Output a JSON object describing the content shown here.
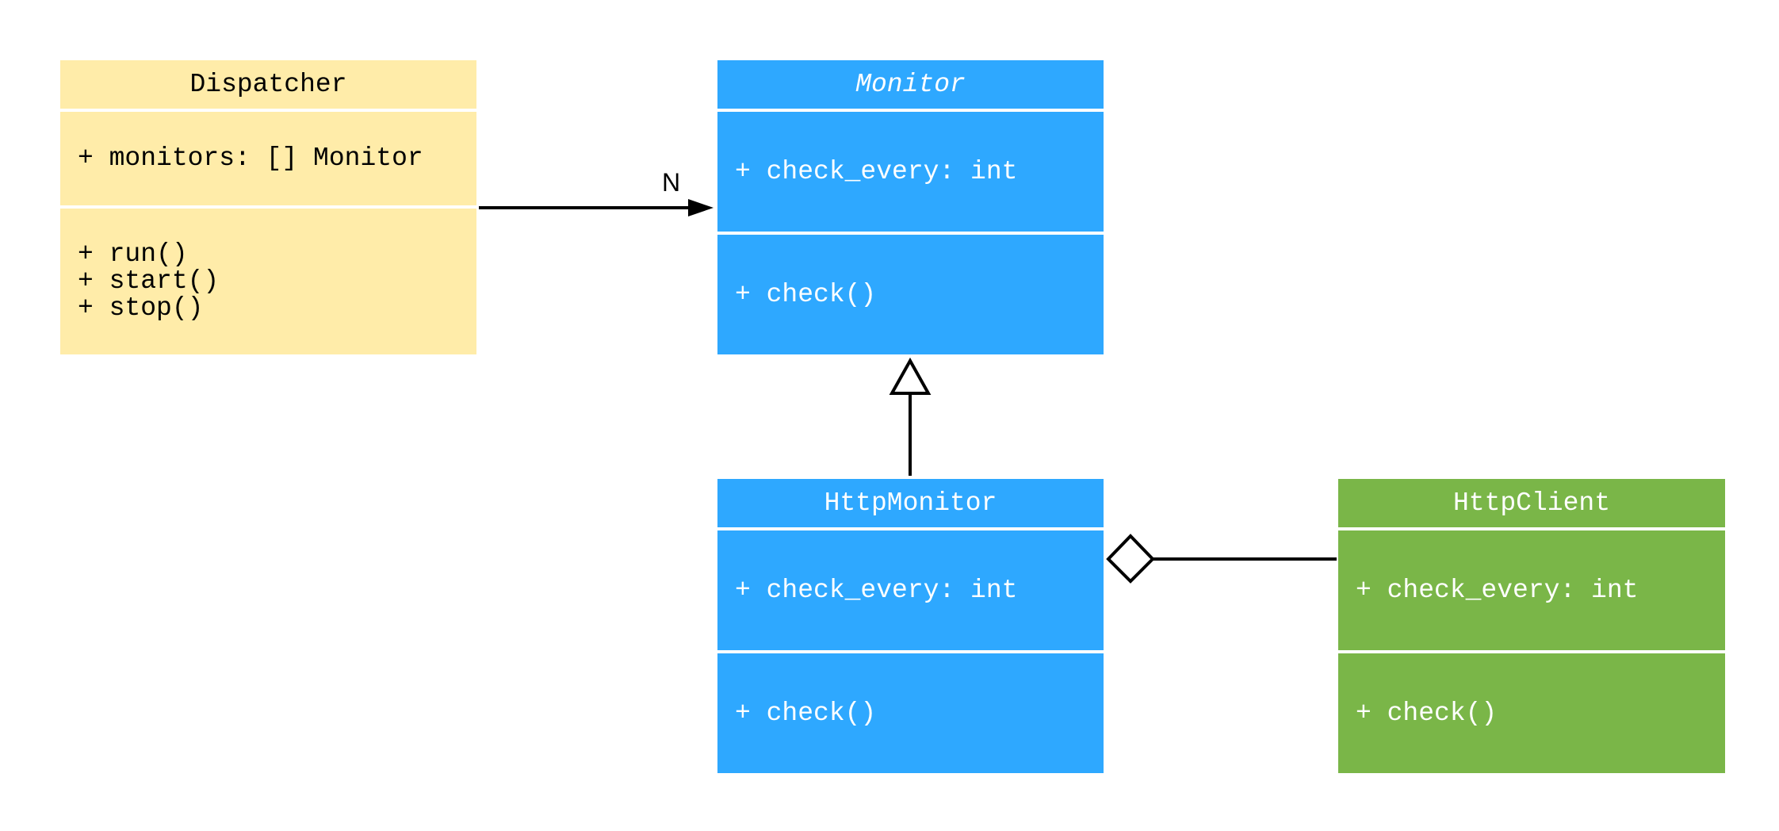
{
  "classes": {
    "dispatcher": {
      "name": "Dispatcher",
      "attributes": [
        "+ monitors: [] Monitor"
      ],
      "methods": "+ run()\n+ start()\n+ stop()",
      "color": "#FFECA9"
    },
    "monitor": {
      "name": "Monitor",
      "abstract": true,
      "attributes": [
        "+ check_every: int"
      ],
      "methods": "+ check()",
      "color": "#2EA8FF"
    },
    "http_monitor": {
      "name": "HttpMonitor",
      "attributes": [
        "+ check_every: int"
      ],
      "methods": "+ check()",
      "color": "#2EA8FF"
    },
    "http_client": {
      "name": "HttpClient",
      "attributes": [
        "+ check_every: int"
      ],
      "methods": "+ check()",
      "color": "#7AB648"
    }
  },
  "relations": [
    {
      "type": "association",
      "from": "Dispatcher",
      "to": "Monitor",
      "multiplicity": "N"
    },
    {
      "type": "generalization",
      "from": "HttpMonitor",
      "to": "Monitor"
    },
    {
      "type": "aggregation",
      "from": "HttpClient",
      "to": "HttpMonitor"
    }
  ]
}
